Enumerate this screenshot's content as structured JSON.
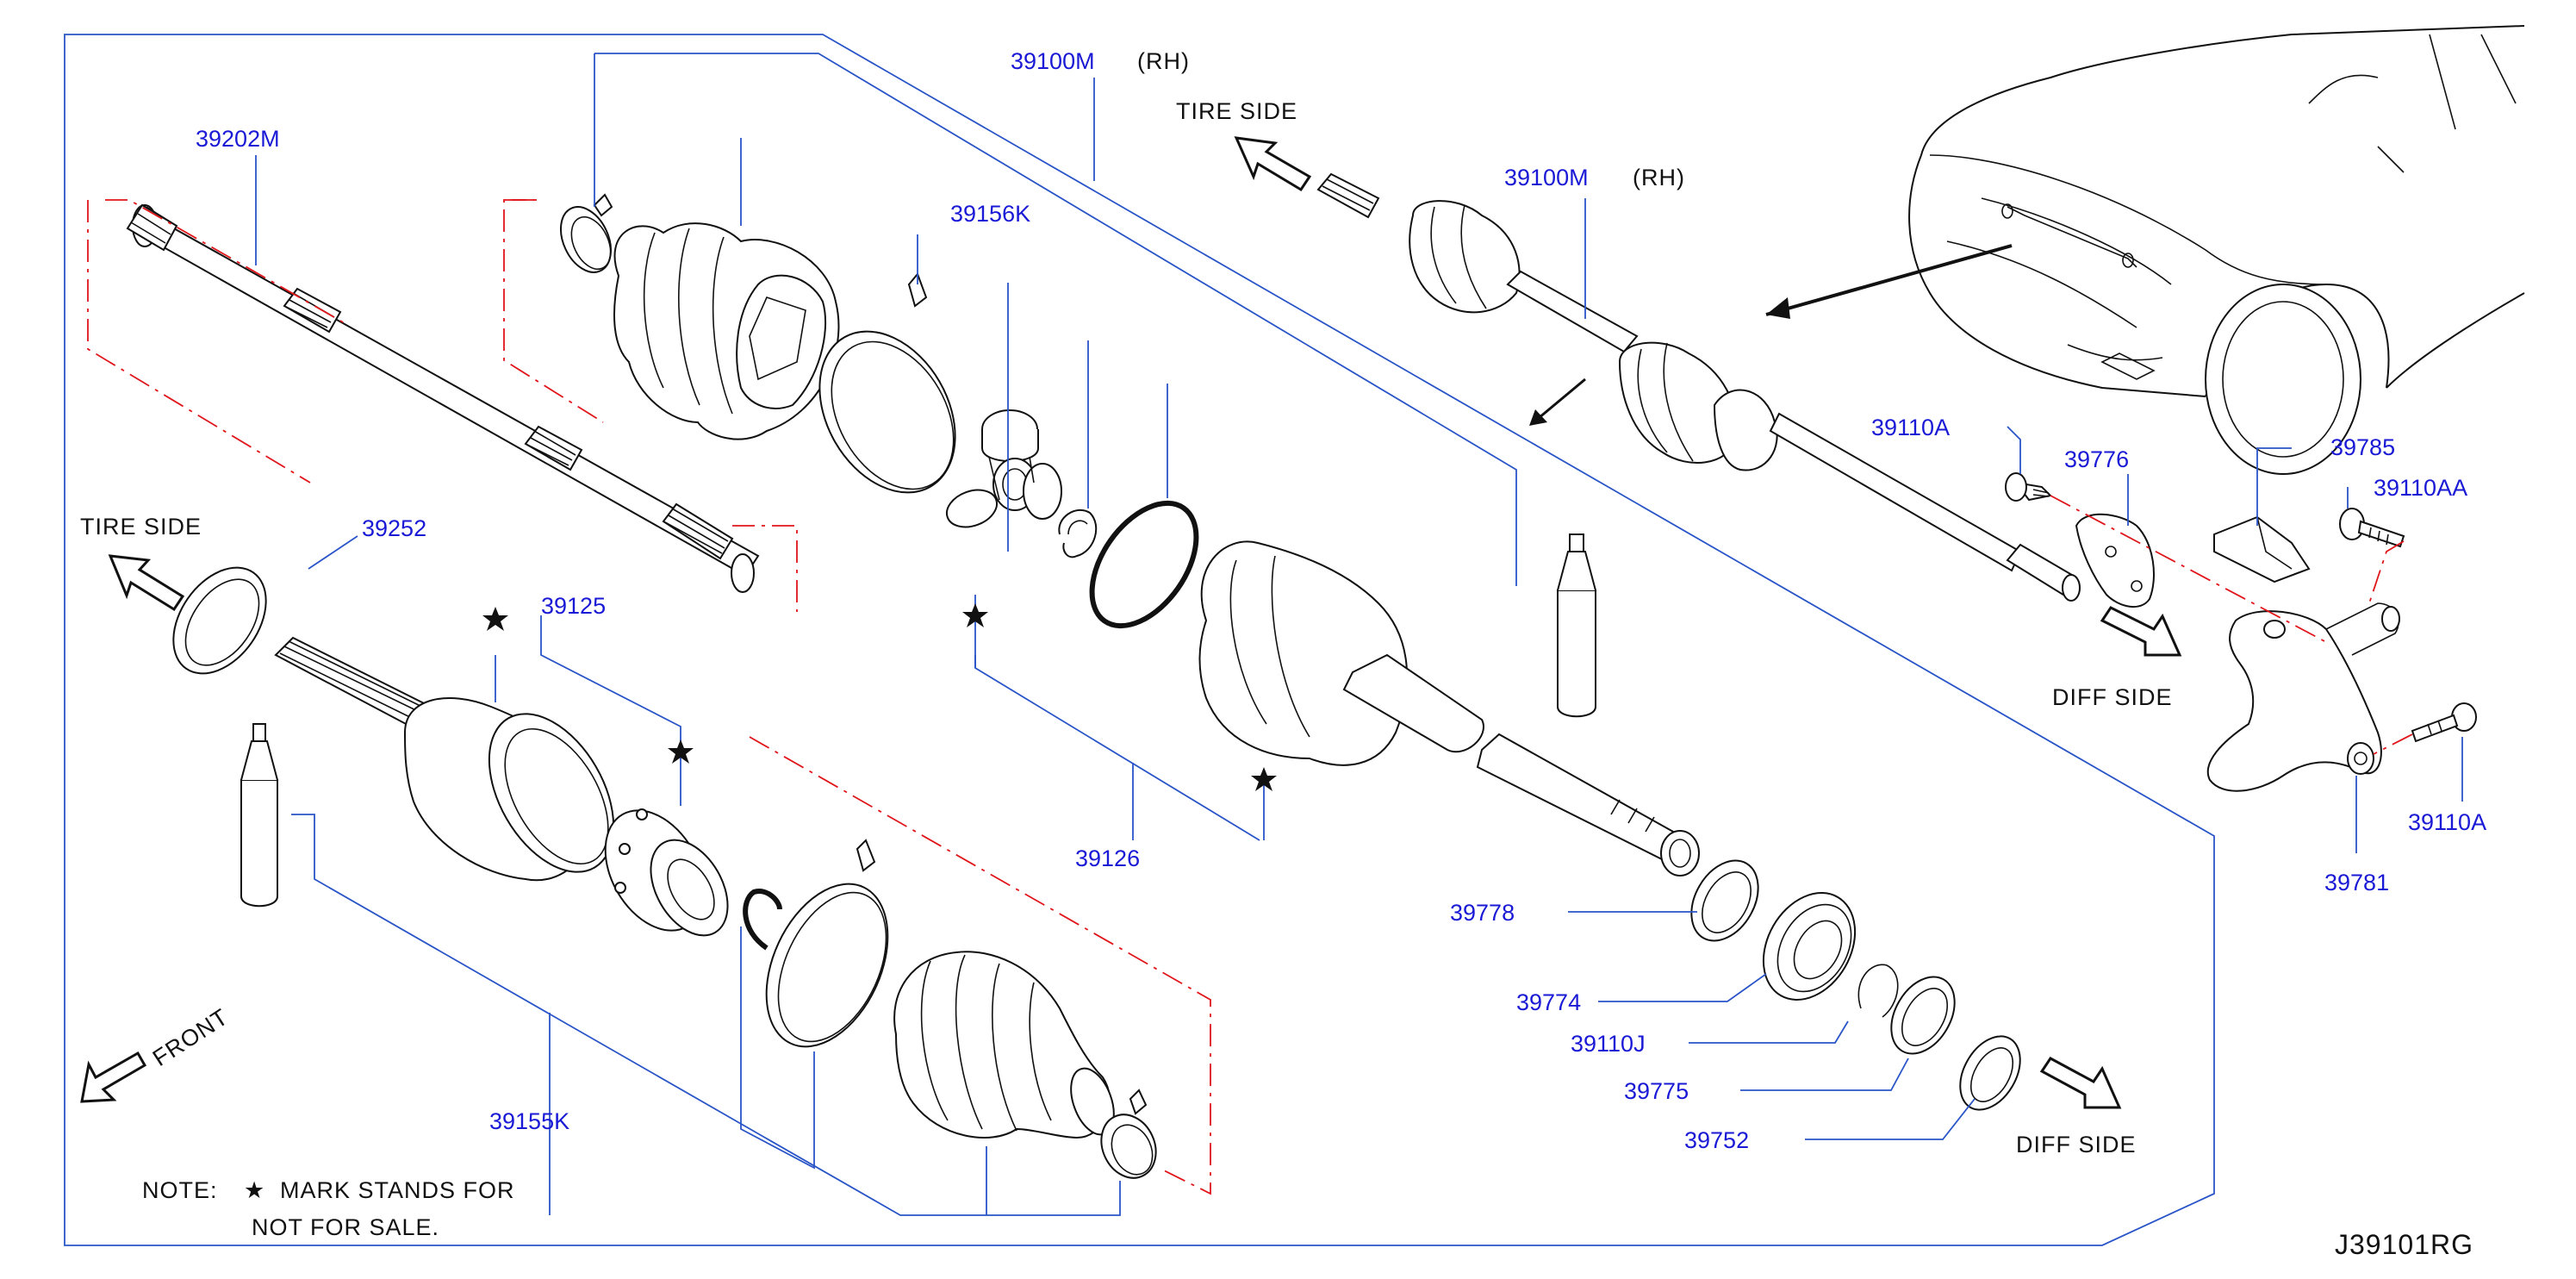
{
  "diagram_code": "J39101RG",
  "note": {
    "line1_prefix": "NOTE:",
    "star": "★",
    "line1_suffix": "MARK   STANDS   FOR",
    "line2": "NOT   FOR   SALE."
  },
  "direction_labels": {
    "tire_side_top": "TIRE   SIDE",
    "tire_side_left": "TIRE   SIDE",
    "diff_side_right": "DIFF   SIDE",
    "diff_side_bottom": "DIFF   SIDE",
    "front": "FRONT"
  },
  "rh_marker": "(RH)",
  "parts": {
    "p39100M_a": "39100M",
    "p39100M_b": "39100M",
    "p39202M": "39202M",
    "p39156K": "39156K",
    "p39252": "39252",
    "p39125": "39125",
    "p39126": "39126",
    "p39155K": "39155K",
    "p39778": "39778",
    "p39774": "39774",
    "p39110J": "39110J",
    "p39775": "39775",
    "p39752": "39752",
    "p39110A_top": "39110A",
    "p39110A_bottom": "39110A",
    "p39776": "39776",
    "p39785": "39785",
    "p39110AA": "39110AA",
    "p39781": "39781"
  },
  "colors": {
    "callout": "#1a1ad6",
    "leader": "#2a55c8",
    "phantom_line": "#e0161b",
    "line_art": "#111111"
  }
}
